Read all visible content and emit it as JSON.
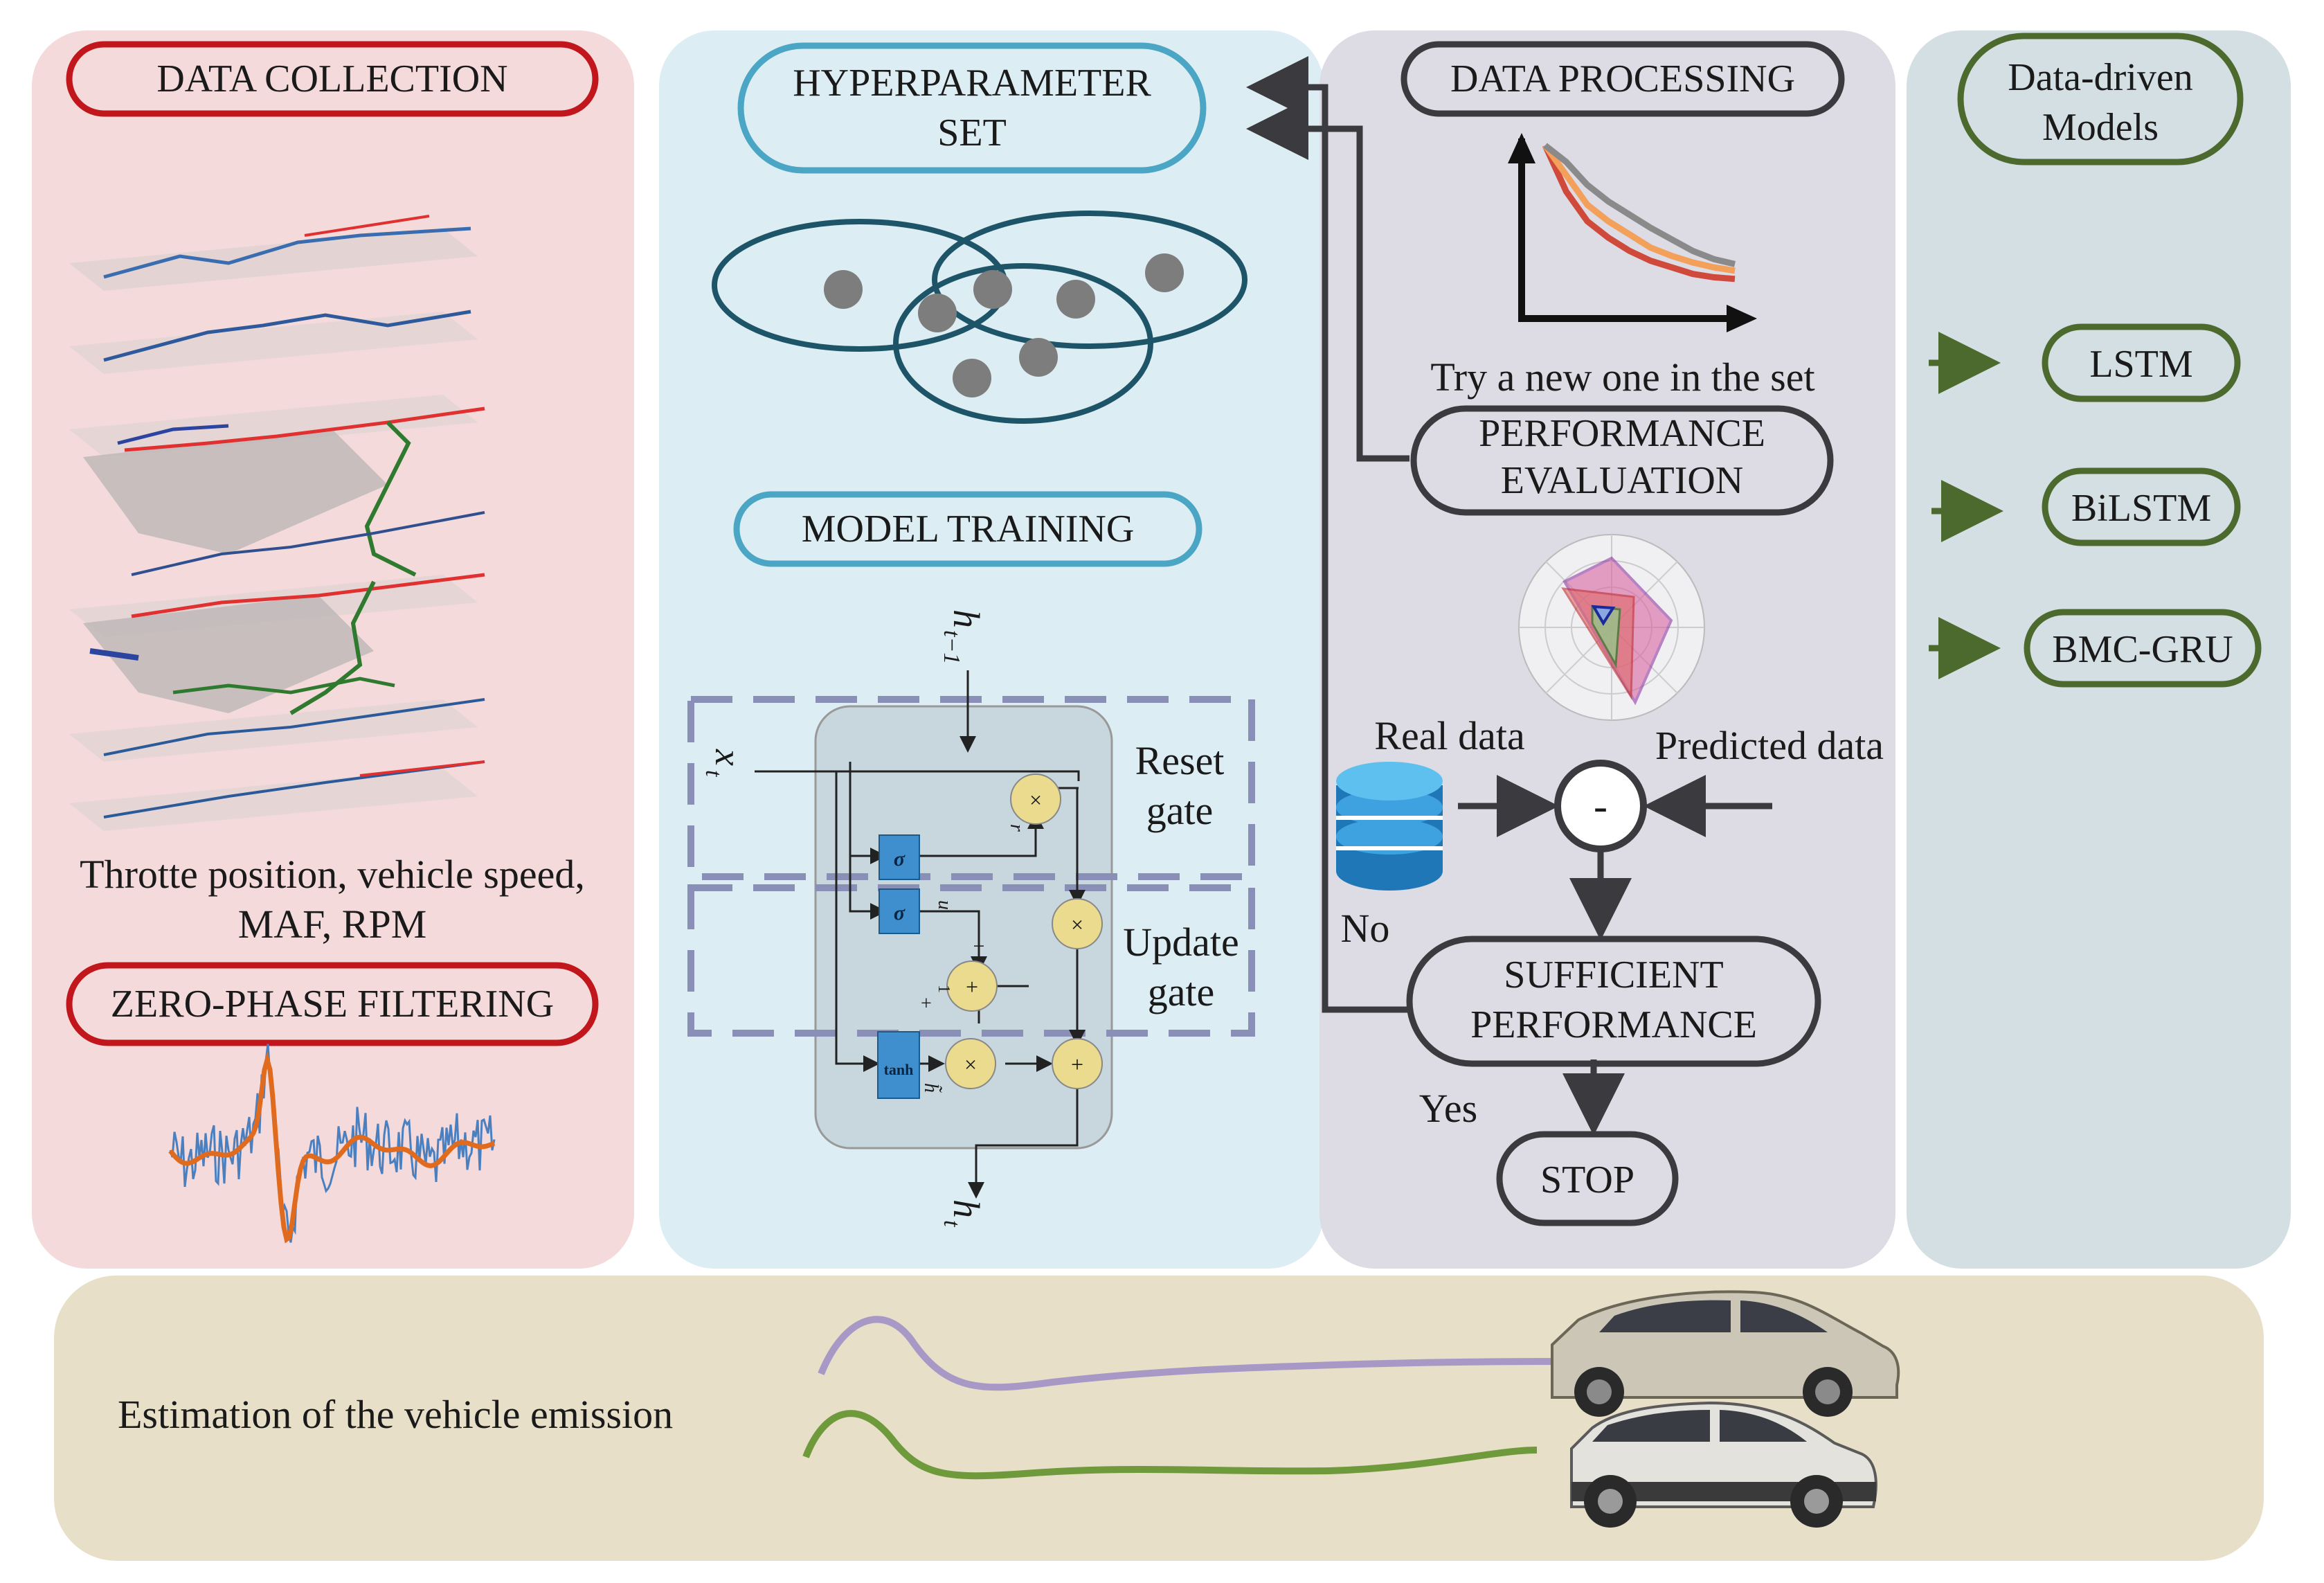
{
  "panels": {
    "data_collection": {
      "title": "DATA COLLECTION",
      "caption_line1": "Throtte position, vehicle speed,",
      "caption_line2": "MAF, RPM",
      "filter_title": "ZERO-PHASE FILTERING"
    },
    "model": {
      "hyperparameter_line1": "HYPERPARAMETER",
      "hyperparameter_line2": "SET",
      "training_title": "MODEL TRAINING",
      "reset_gate_line1": "Reset",
      "reset_gate_line2": "gate",
      "update_gate_line1": "Update",
      "update_gate_line2": "gate",
      "input_x": "x",
      "input_x_sub": "t",
      "hidden_prev": "h",
      "hidden_prev_sub": "t−1",
      "hidden_out": "h",
      "hidden_out_sub": "t",
      "sigma": "σ",
      "tanh": "tanh",
      "r_t": "r",
      "u_t": "u",
      "h_tilde": "h̃",
      "minus": "−",
      "one_plus_a": "1",
      "one_plus_b": "+",
      "mult_sign": "×",
      "plus_sign": "+"
    },
    "data_processing": {
      "title": "DATA PROCESSING",
      "retry_note": "Try a new one in the set",
      "evaluation_line1": "PERFORMANCE",
      "evaluation_line2": "EVALUATION",
      "real_data": "Real data",
      "predicted_data": "Predicted data",
      "subtract_sign": "-",
      "no_label": "No",
      "sufficient_line1": "SUFFICIENT",
      "sufficient_line2": "PERFORMANCE",
      "yes_label": "Yes",
      "stop": "STOP"
    },
    "models": {
      "title_line1": "Data-driven",
      "title_line2": "Models",
      "items": [
        "LSTM",
        "BiLSTM",
        "BMC-GRU"
      ]
    },
    "estimation": {
      "caption": "Estimation of the vehicle emission"
    }
  },
  "colors": {
    "collection_bg": "#f4dada",
    "model_bg": "#dcedf3",
    "processing_bg": "#dddbe3",
    "models_bg": "#d4dfe4",
    "estimation_bg": "#e7dfc8",
    "red_accent": "#c0161c",
    "teal_accent": "#4aa6c4",
    "dark_gray": "#3a3a3f",
    "green_accent": "#4d6a2e",
    "cell_bg": "#c7d7dd",
    "gate_dash": "#8a8fb8",
    "op_yellow": "#eadb8e",
    "box_blue": "#3f8fcf",
    "purple_wave": "#a898c6",
    "green_wave": "#6f9a3c"
  },
  "chart_data": {
    "type": "line",
    "title": "",
    "xlabel": "",
    "ylabel": "",
    "series": [
      {
        "color": "#d04a3c",
        "values": [
          10,
          7.2,
          5.4,
          4.4,
          3.6,
          3.0,
          2.6,
          2.2,
          2.0,
          1.9
        ]
      },
      {
        "color": "#f2a05a",
        "values": [
          10,
          8.2,
          6.4,
          5.4,
          4.6,
          3.8,
          3.3,
          2.9,
          2.6,
          2.4
        ]
      },
      {
        "color": "#8a8a8a",
        "values": [
          10,
          9.0,
          7.6,
          6.6,
          5.8,
          5.0,
          4.3,
          3.6,
          3.1,
          2.8
        ]
      }
    ]
  }
}
